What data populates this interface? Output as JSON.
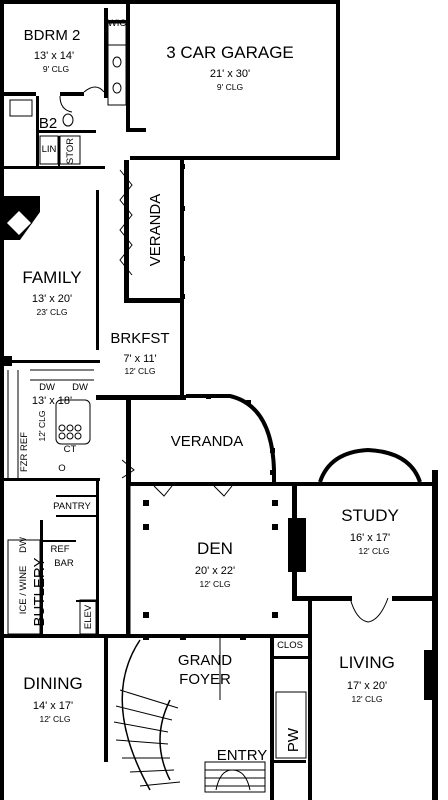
{
  "rooms": {
    "bdrm2": {
      "name": "BDRM 2",
      "dim": "13' x 14'",
      "clg": "9' CLG"
    },
    "wic": {
      "name": "WIC"
    },
    "garage": {
      "name": "3 CAR GARAGE",
      "dim": "21' x 30'",
      "clg": "9' CLG"
    },
    "b2": {
      "name": "B2"
    },
    "lin": {
      "name": "LIN"
    },
    "stor": {
      "name": "STOR"
    },
    "veranda_north": {
      "name": "VERANDA"
    },
    "family": {
      "name": "FAMILY",
      "dim": "13' x 20'",
      "clg": "23' CLG"
    },
    "brkfst": {
      "name": "BRKFST",
      "dim": "7' x 11'",
      "clg": "12' CLG"
    },
    "kitchen": {
      "dim": "13' x 18'",
      "clg": "12' CLG"
    },
    "veranda_south": {
      "name": "VERANDA"
    },
    "study": {
      "name": "STUDY",
      "dim": "16' x 17'",
      "clg": "12' CLG"
    },
    "pantry": {
      "name": "PANTRY"
    },
    "den": {
      "name": "DEN",
      "dim": "20' x 22'",
      "clg": "12' CLG"
    },
    "butlery": {
      "name": "BUTLERY"
    },
    "ice_wine": {
      "name": "ICE / WINE"
    },
    "living": {
      "name": "LIVING",
      "dim": "17' x 20'",
      "clg": "12' CLG"
    },
    "clos": {
      "name": "CLOS"
    },
    "grand_foyer": {
      "name_line1": "GRAND",
      "name_line2": "FOYER"
    },
    "dining": {
      "name": "DINING",
      "dim": "14' x 17'",
      "clg": "12' CLG"
    },
    "entry": {
      "name": "ENTRY"
    },
    "pw": {
      "name": "PW"
    }
  },
  "fixtures": {
    "dw1": "DW",
    "dw2": "DW",
    "ct": "CT",
    "fzr_ref": "FZR REF",
    "oven": "O",
    "dw_butlery": "DW",
    "ref": "REF",
    "bar": "BAR",
    "elev": "ELEV"
  }
}
